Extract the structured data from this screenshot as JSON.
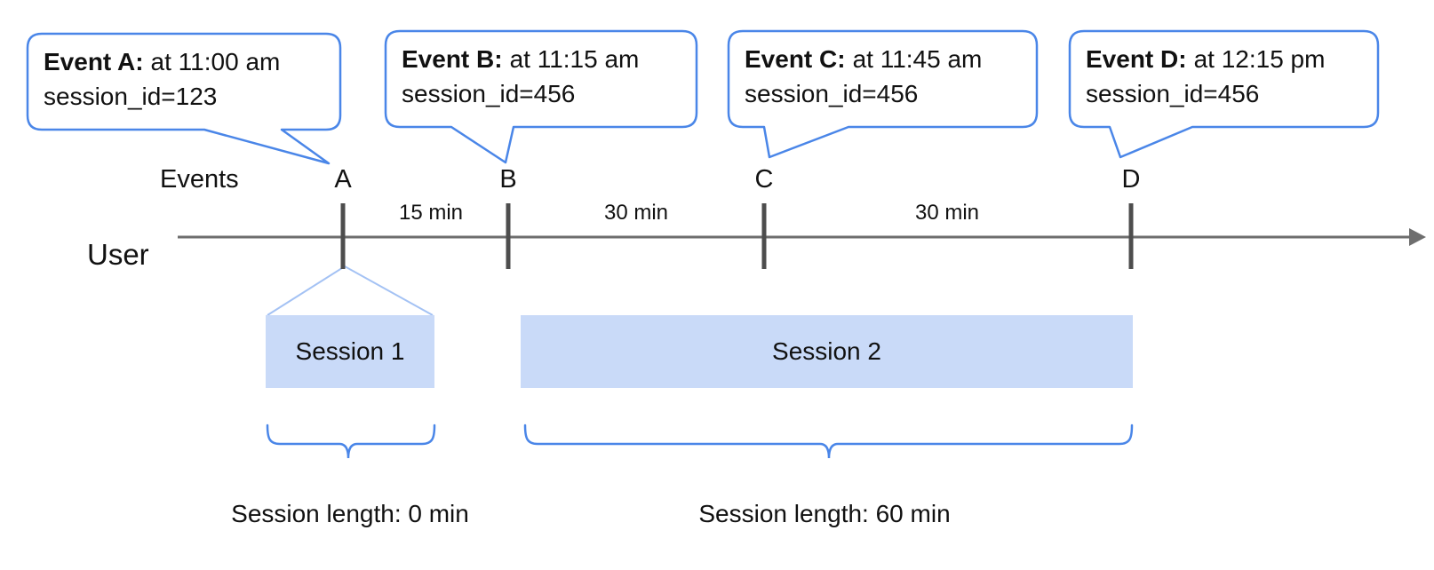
{
  "colors": {
    "callout_border": "#4a86e8",
    "session_fill": "#c9daf8",
    "funnel_line": "#a4c2f4",
    "brace": "#4a86e8",
    "timeline_gray": "#6e6e6e",
    "tick_gray": "#4d4d4d",
    "text": "#111111"
  },
  "callouts": [
    {
      "title": "Event A:",
      "detail": "at 11:00 am",
      "session": "session_id=123"
    },
    {
      "title": "Event B:",
      "detail": "at 11:15 am",
      "session": "session_id=456"
    },
    {
      "title": "Event C:",
      "detail": "at 11:45 am",
      "session": "session_id=456"
    },
    {
      "title": "Event D:",
      "detail": "at 12:15 pm",
      "session": "session_id=456"
    }
  ],
  "axis": {
    "events_label": "Events",
    "user_label": "User",
    "markers": [
      "A",
      "B",
      "C",
      "D"
    ],
    "intervals": [
      "15 min",
      "30 min",
      "30 min"
    ]
  },
  "sessions": [
    {
      "label": "Session 1",
      "length_label": "Session length: 0 min"
    },
    {
      "label": "Session 2",
      "length_label": "Session length: 60 min"
    }
  ]
}
